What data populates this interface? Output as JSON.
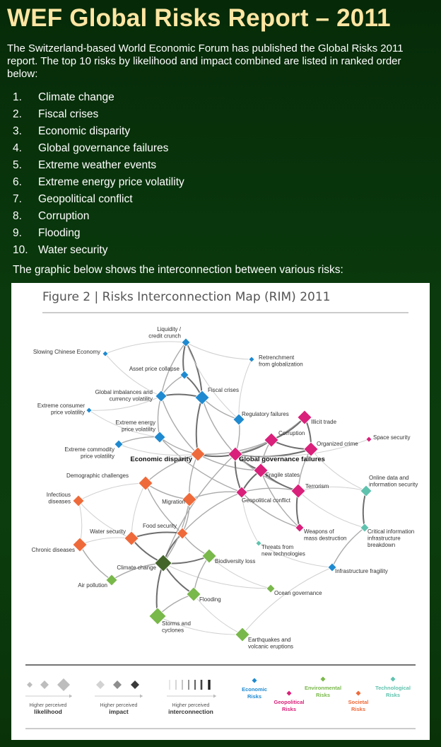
{
  "page": {
    "title": "WEF Global Risks Report – 2011",
    "intro": "The Switzerland-based World Economic Forum has published the Global Risks 2011 report. The top 10 risks by likelihood and impact combined are listed in ranked order below:",
    "outro": "The graphic below shows the interconnection between various risks:"
  },
  "top_risks": [
    {
      "num": "1.",
      "label": "Climate change"
    },
    {
      "num": "2.",
      "label": "Fiscal crises"
    },
    {
      "num": "3.",
      "label": "Economic disparity"
    },
    {
      "num": "4.",
      "label": "Global governance failures"
    },
    {
      "num": "5.",
      "label": "Extreme weather events"
    },
    {
      "num": "6.",
      "label": "Extreme energy price volatility"
    },
    {
      "num": "7.",
      "label": "Geopolitical conflict"
    },
    {
      "num": "8.",
      "label": "Corruption"
    },
    {
      "num": "9.",
      "label": "Flooding"
    },
    {
      "num": "10.",
      "label": "Water security"
    }
  ],
  "figure": {
    "title": "Figure 2 | Risks Interconnection Map (RIM) 2011",
    "colors": {
      "economic": "#1f8ad0",
      "environmental": "#79b84b",
      "geopolitical": "#d9207a",
      "societal": "#ef6a3a",
      "technological": "#5fc2ae"
    },
    "nodes": [
      {
        "id": "liquidity",
        "label": [
          "Liquidity /",
          "credit crunch"
        ],
        "cat": "economic",
        "size": "s"
      },
      {
        "id": "slowing_china",
        "label": [
          "Slowing Chinese Economy"
        ],
        "cat": "economic",
        "size": "xs"
      },
      {
        "id": "retrenchment",
        "label": [
          "Retrenchment",
          "from globalization"
        ],
        "cat": "economic",
        "size": "xs"
      },
      {
        "id": "asset_collapse",
        "label": [
          "Asset price collapse"
        ],
        "cat": "economic",
        "size": "s"
      },
      {
        "id": "global_imbalances",
        "label": [
          "Global imbalances and",
          "currency volatility"
        ],
        "cat": "economic",
        "size": "m"
      },
      {
        "id": "fiscal_crises",
        "label": [
          "Fiscal crises"
        ],
        "cat": "economic",
        "size": "l"
      },
      {
        "id": "ext_consumer",
        "label": [
          "Extreme consumer",
          "price volatility"
        ],
        "cat": "economic",
        "size": "xs"
      },
      {
        "id": "regulatory",
        "label": [
          "Regulatory failures"
        ],
        "cat": "economic",
        "size": "m"
      },
      {
        "id": "illicit_trade",
        "label": [
          "Illicit trade"
        ],
        "cat": "geopolitical",
        "size": "l"
      },
      {
        "id": "ext_energy",
        "label": [
          "Extreme energy",
          "price volatility"
        ],
        "cat": "economic",
        "size": "m"
      },
      {
        "id": "corruption",
        "label": [
          "Corruption"
        ],
        "cat": "geopolitical",
        "size": "l"
      },
      {
        "id": "space_security",
        "label": [
          "Space security"
        ],
        "cat": "geopolitical",
        "size": "xs"
      },
      {
        "id": "organized_crime",
        "label": [
          "Organized crime"
        ],
        "cat": "geopolitical",
        "size": "l"
      },
      {
        "id": "ext_commodity",
        "label": [
          "Extreme commodity",
          "price volatility"
        ],
        "cat": "economic",
        "size": "s"
      },
      {
        "id": "economic_disparity",
        "label": [
          "Economic disparity"
        ],
        "cat": "societal",
        "size": "l",
        "bold": true
      },
      {
        "id": "global_governance",
        "label": [
          "Global governance failures"
        ],
        "cat": "geopolitical",
        "size": "l",
        "bold": true
      },
      {
        "id": "demographic",
        "label": [
          "Demographic challenges"
        ],
        "cat": "societal",
        "size": "l"
      },
      {
        "id": "fragile_states",
        "label": [
          "Fragile states"
        ],
        "cat": "geopolitical",
        "size": "l"
      },
      {
        "id": "online_data",
        "label": [
          "Online data and",
          "information security"
        ],
        "cat": "technological",
        "size": "m"
      },
      {
        "id": "infectious",
        "label": [
          "Infectious",
          "diseases"
        ],
        "cat": "societal",
        "size": "m"
      },
      {
        "id": "migration",
        "label": [
          "Migration"
        ],
        "cat": "societal",
        "size": "l"
      },
      {
        "id": "geopolitical_conflict",
        "label": [
          "Geopolitical conflict"
        ],
        "cat": "geopolitical",
        "size": "m"
      },
      {
        "id": "terrorism",
        "label": [
          "Terrorism"
        ],
        "cat": "geopolitical",
        "size": "l"
      },
      {
        "id": "food_security",
        "label": [
          "Food security"
        ],
        "cat": "societal",
        "size": "m"
      },
      {
        "id": "weapons",
        "label": [
          "Weapons of",
          "mass destruction"
        ],
        "cat": "geopolitical",
        "size": "s"
      },
      {
        "id": "critical_info",
        "label": [
          "Critical information",
          "infrastructure",
          "breakdown"
        ],
        "cat": "technological",
        "size": "s"
      },
      {
        "id": "water_security",
        "label": [
          "Water security"
        ],
        "cat": "societal",
        "size": "l"
      },
      {
        "id": "chronic",
        "label": [
          "Chronic diseases"
        ],
        "cat": "societal",
        "size": "l"
      },
      {
        "id": "threats_tech",
        "label": [
          "Threats from",
          "new technologies"
        ],
        "cat": "technological",
        "size": "xs"
      },
      {
        "id": "biodiversity",
        "label": [
          "Biodiversity loss"
        ],
        "cat": "environmental",
        "size": "l"
      },
      {
        "id": "climate_change",
        "label": [
          "Climate change"
        ],
        "cat": "environmental",
        "size": "xl",
        "dark": true
      },
      {
        "id": "infra_fragility",
        "label": [
          "Infrastructure fragility"
        ],
        "cat": "economic",
        "size": "s"
      },
      {
        "id": "air_pollution",
        "label": [
          "Air pollution"
        ],
        "cat": "environmental",
        "size": "m"
      },
      {
        "id": "ocean_governance",
        "label": [
          "Ocean governance"
        ],
        "cat": "environmental",
        "size": "s"
      },
      {
        "id": "flooding",
        "label": [
          "Flooding"
        ],
        "cat": "environmental",
        "size": "l"
      },
      {
        "id": "storms",
        "label": [
          "Storms and",
          "cyclones"
        ],
        "cat": "environmental",
        "size": "xl"
      },
      {
        "id": "earthquakes",
        "label": [
          "Earthquakes and",
          "volcanic eruptions"
        ],
        "cat": "environmental",
        "size": "l"
      }
    ],
    "legend": {
      "likelihood": [
        "Higher perceived",
        "likelihood"
      ],
      "impact": [
        "Higher perceived",
        "impact"
      ],
      "interconnection": [
        "Higher perceived",
        "interconnection"
      ],
      "categories": [
        {
          "key": "economic",
          "label": [
            "Economic",
            "Risks"
          ]
        },
        {
          "key": "geopolitical",
          "label": [
            "Geopolitical",
            "Risks"
          ]
        },
        {
          "key": "environmental",
          "label": [
            "Environmental",
            "Risks"
          ]
        },
        {
          "key": "societal",
          "label": [
            "Societal",
            "Risks"
          ]
        },
        {
          "key": "technological",
          "label": [
            "Technological",
            "Risks"
          ]
        }
      ]
    }
  }
}
